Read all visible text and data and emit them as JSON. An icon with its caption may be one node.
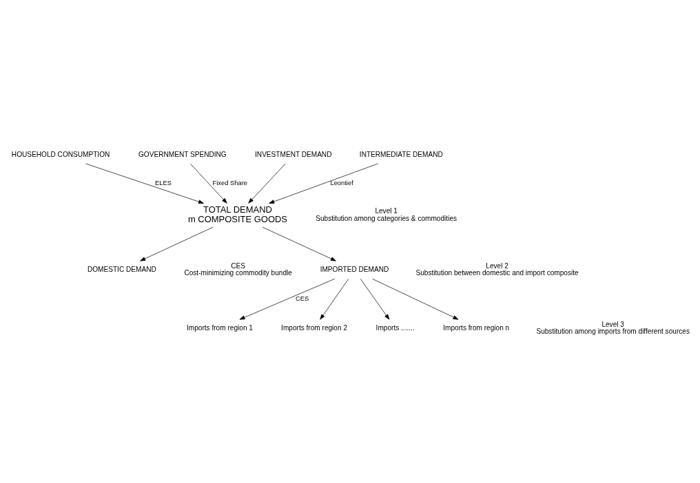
{
  "diagram": {
    "nodes": [
      {
        "text": [
          "HOUSEHOLD CONSUMPTION"
        ]
      },
      {
        "text": [
          "GOVERNMENT SPENDING"
        ]
      },
      {
        "text": [
          "INVESTMENT DEMAND"
        ]
      },
      {
        "text": [
          "INTERMEDIATE DEMAND"
        ]
      },
      {
        "text": [
          "TOTAL DEMAND",
          "m COMPOSITE GOODS"
        ]
      },
      {
        "text": [
          "DOMESTIC DEMAND"
        ]
      },
      {
        "text": [
          "IMPORTED DEMAND"
        ]
      },
      {
        "text": [
          "Imports from region 1"
        ]
      },
      {
        "text": [
          "Imports from region 2"
        ]
      },
      {
        "text": [
          "Imports ......."
        ]
      },
      {
        "text": [
          "Imports from region n"
        ]
      }
    ],
    "edges": [
      {
        "from": 0,
        "to": 4,
        "arrow": "to",
        "label": "ELES"
      },
      {
        "from": 1,
        "to": 4,
        "arrow": "to",
        "label": "Fixed Share"
      },
      {
        "from": 2,
        "to": 4,
        "arrow": "to"
      },
      {
        "from": 3,
        "to": 4,
        "arrow": "to",
        "label": "Leontief"
      },
      {
        "from": 4,
        "to": 5,
        "arrow": "to"
      },
      {
        "from": 4,
        "to": 6,
        "arrow": "to"
      },
      {
        "from": 6,
        "to": 7,
        "arrow": "to",
        "label": "CES"
      },
      {
        "from": 6,
        "to": 8,
        "arrow": "to"
      },
      {
        "from": 6,
        "to": 9,
        "arrow": "to"
      },
      {
        "from": 6,
        "to": 10,
        "arrow": "to"
      }
    ],
    "labels": [
      "Level 1",
      "Substitution among categories & commodities",
      "CES",
      "Cost-minimizing commodity bundle",
      "Level 2",
      "Substitution between domestic and import composite",
      "Level 3",
      "Substitution among imports from different sources"
    ]
  }
}
